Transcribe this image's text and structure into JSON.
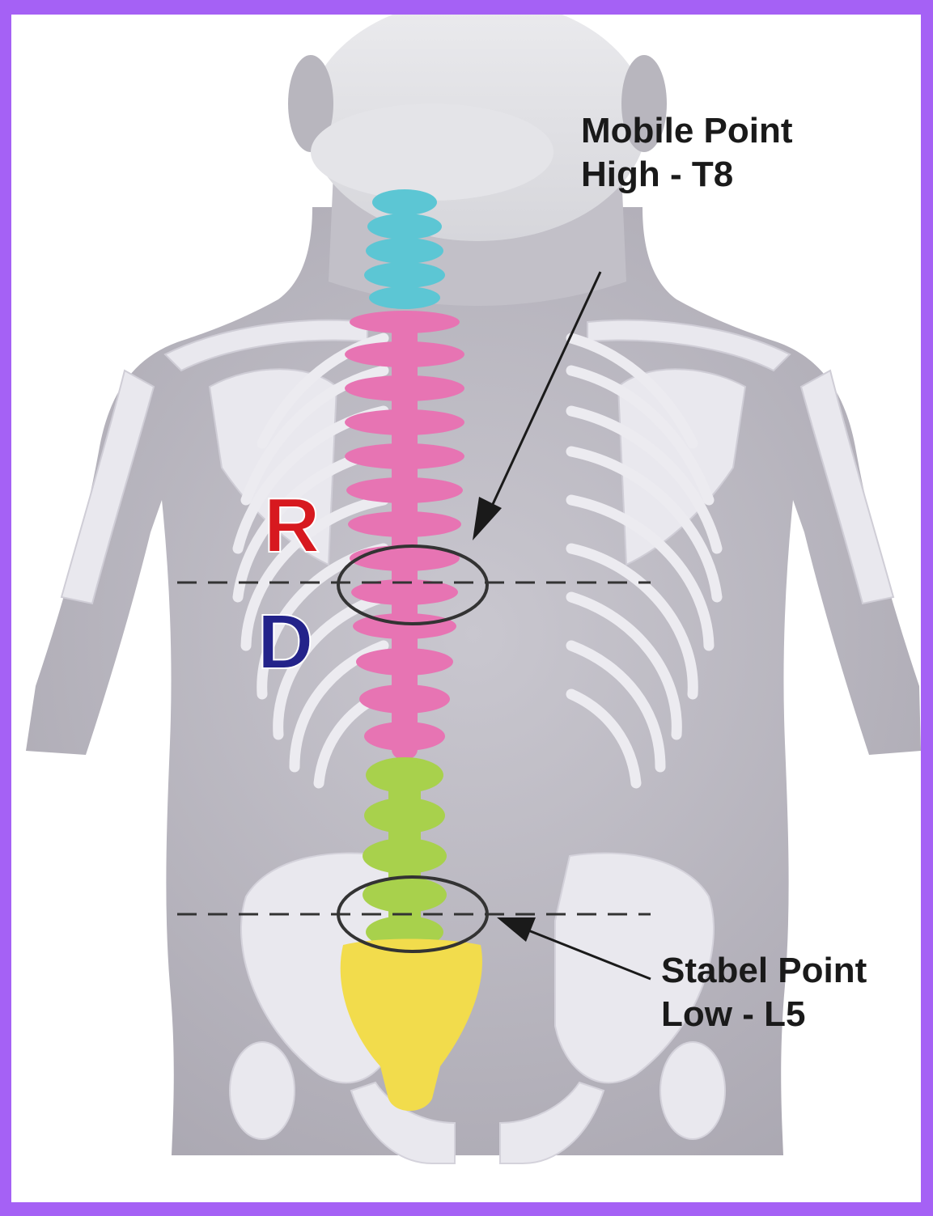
{
  "labels": {
    "mobile_title": "Mobile Point",
    "mobile_sub": "High - T8",
    "stable_title": "Stabel Point",
    "stable_sub": "Low - L5",
    "letter_r": "R",
    "letter_d": "D"
  },
  "colors": {
    "page_border": "#a561f5",
    "cervical": "#5cc6d4",
    "thoracic": "#e774b3",
    "lumbar": "#a8d14c",
    "sacrum": "#f2dc4c",
    "letter_r": "#d7191f",
    "letter_d": "#23238a"
  },
  "regions": {
    "cervical": "cervical spine",
    "thoracic": "thoracic spine",
    "lumbar": "lumbar spine",
    "sacrum": "sacrum"
  }
}
